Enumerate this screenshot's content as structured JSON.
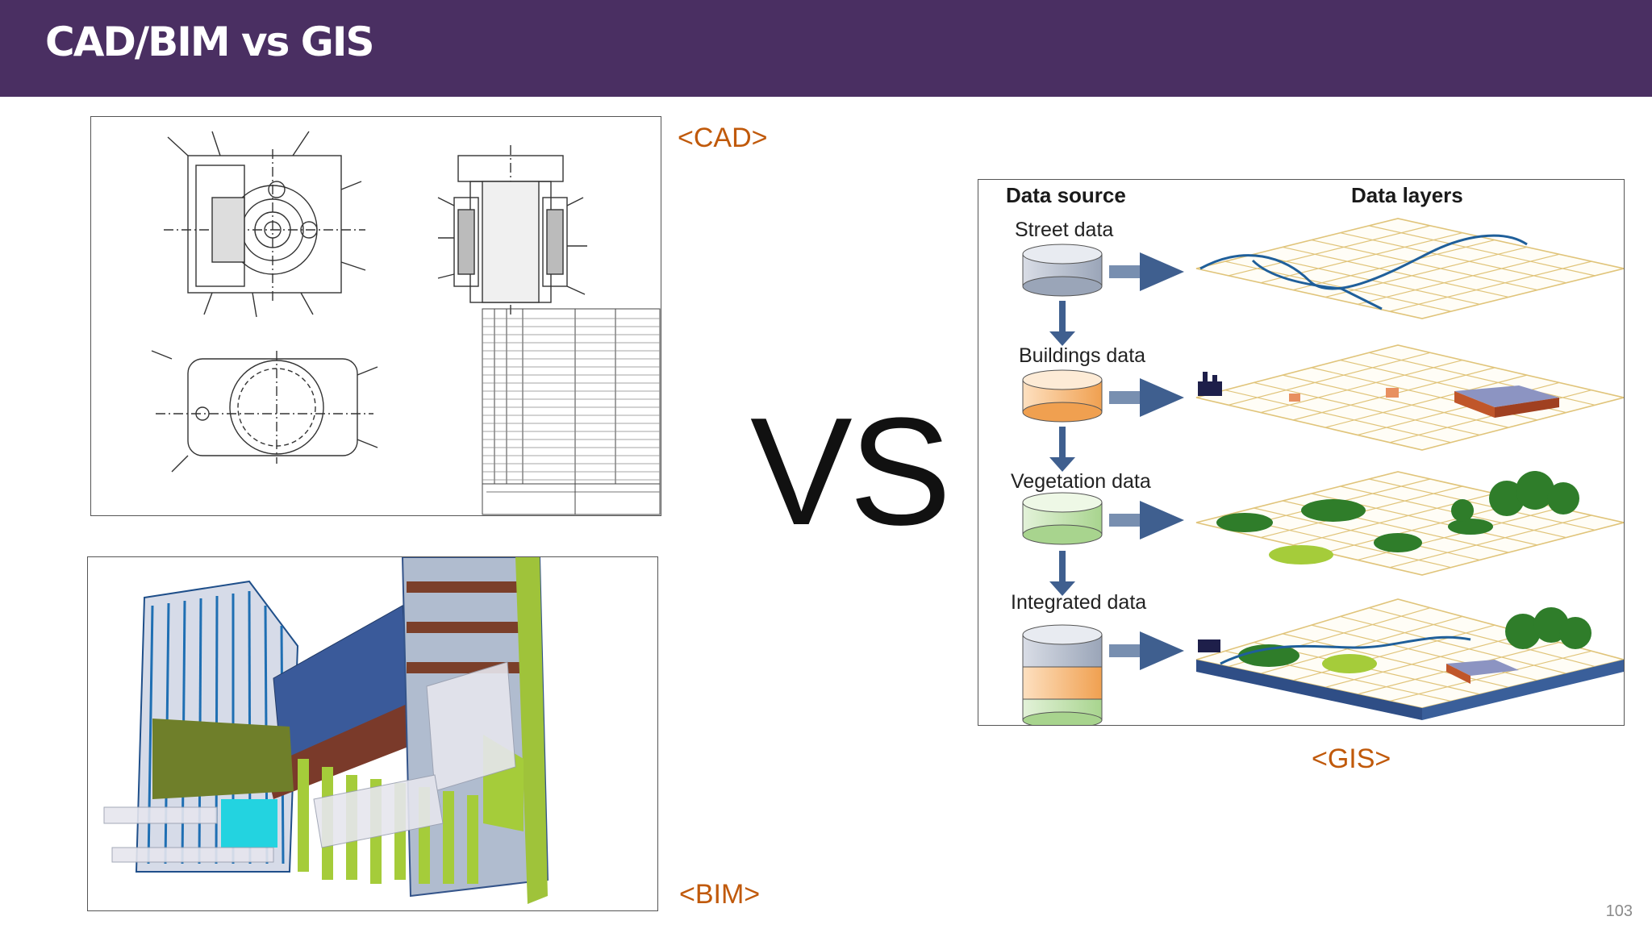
{
  "slide": {
    "title": "CAD/BIM vs GIS",
    "page_number": "103",
    "vs_label": "VS"
  },
  "cad": {
    "tag": "<CAD>"
  },
  "bim": {
    "tag": "<BIM>"
  },
  "gis": {
    "tag": "<GIS>",
    "heading_source": "Data source",
    "heading_layers": "Data layers",
    "rows": [
      {
        "label": "Street data"
      },
      {
        "label": "Buildings data"
      },
      {
        "label": "Vegetation data"
      },
      {
        "label": "Integrated data"
      }
    ]
  },
  "colors": {
    "header_bg": "#4a2f62",
    "accent_tag": "#c0590a",
    "arrow": "#3f5f8f",
    "grid_line": "#e0c47a",
    "vegetation": "#2f7d2a"
  }
}
